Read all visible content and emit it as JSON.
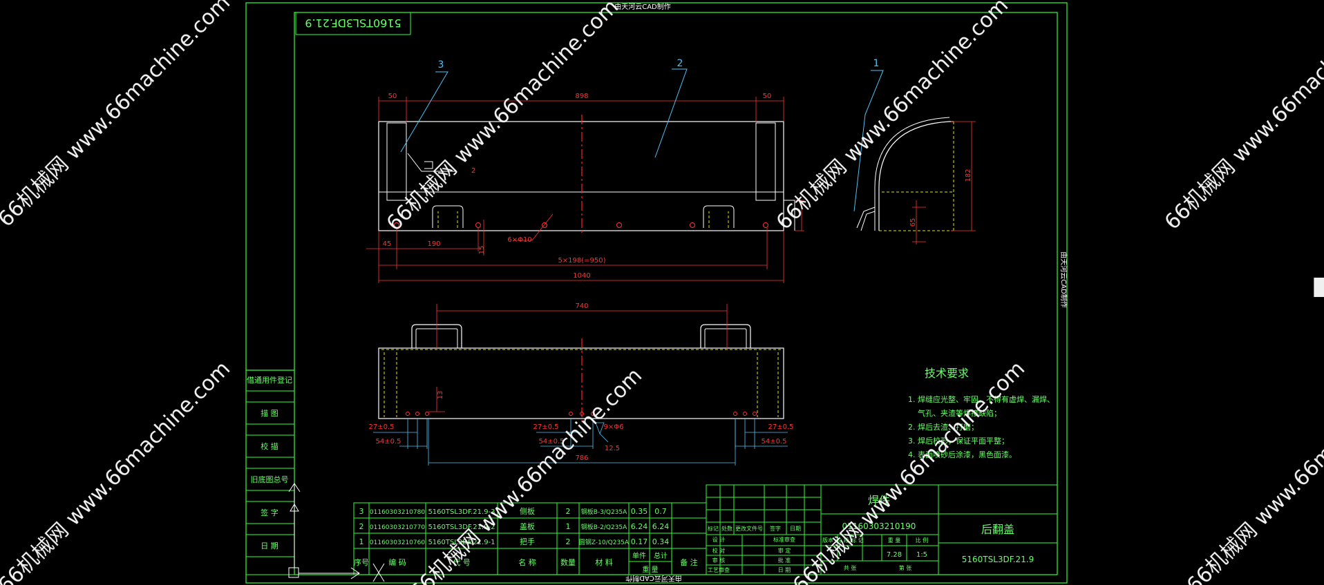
{
  "colors": {
    "background": "#000000",
    "frame": "#33ff33",
    "outline": "#ffffff",
    "dimension": "#ff3333",
    "centerline": "#ff2222",
    "leader": "#4fc3f7",
    "hidden": "#e6e600",
    "text_green": "#66ff66",
    "title_text": "#5dd55d",
    "watermark": "#ffffff"
  },
  "watermark": {
    "text": "66机械网 www.66machine.com"
  },
  "drawing": {
    "top_title": "由天河云CAD制作",
    "side_title": "由天河云CAD制作",
    "bottom_title": "由天河云CAD制作",
    "mirrored_code": "5160TSL3DF.21.9"
  },
  "balloons": [
    "1",
    "2",
    "3"
  ],
  "dimensions": {
    "top_view": {
      "left_50": "50",
      "overall_898": "898",
      "right_50": "50",
      "dim_45": "45",
      "dim_190": "190",
      "dim_15": "15",
      "holes": "6×Φ10",
      "pitch": "5×198(=950)",
      "overall_1040": "1040",
      "weld_2": "2"
    },
    "side_view": {
      "height_182": "182",
      "height_65": "65"
    },
    "front_view": {
      "handle_740": "740",
      "dim_13": "13",
      "left_27": "27±0.5",
      "left_54": "54±0.5",
      "mid_27": "27±0.5",
      "mid_54": "54±0.5",
      "holes": "9×Φ6",
      "weld_12_5": "12.5",
      "right_27": "27±0.5",
      "right_54": "54±0.5",
      "dim_786": "786"
    }
  },
  "tech_requirements": {
    "title": "技术要求",
    "items": [
      "1. 焊缝应光整、牢固，不得有虚焊、漏焊、",
      "气孔、夹渣等焊接缺陷；",
      "2. 焊后去渣、打磨；",
      "3. 焊后校形，保证平面平整；",
      "4. 表面喷砂后涂漆，黑色面漆。"
    ]
  },
  "left_strip": [
    "借通用件登记",
    "描 图",
    "校 描",
    "旧底图总号",
    "签 字",
    "日 期"
  ],
  "bom": {
    "rows": [
      {
        "no": "3",
        "code": "01160303210780",
        "drawing_no": "5160TSL3DF.21.9-3",
        "name": "侧板",
        "qty": "2",
        "material": "钢板B-3/Q235A",
        "unit_wt": "0.35",
        "total_wt": "0.7"
      },
      {
        "no": "2",
        "code": "01160303210770",
        "drawing_no": "5160TSL3DF.21.9-2",
        "name": "盖板",
        "qty": "1",
        "material": "钢板B-2/Q235A",
        "unit_wt": "6.24",
        "total_wt": "6.24"
      },
      {
        "no": "1",
        "code": "01160303210760",
        "drawing_no": "5160TSL3DF.21.9-1",
        "name": "把手",
        "qty": "2",
        "material": "圆钢Z-10/Q235A",
        "unit_wt": "0.17",
        "total_wt": "0.34"
      }
    ],
    "headers": {
      "no": "序号",
      "code": "编 码",
      "drawing_no": "代 号",
      "name": "名 称",
      "qty": "数量",
      "material": "材 料",
      "unit": "单件",
      "total": "总计",
      "weight": "重 量",
      "remark": "备 注"
    }
  },
  "title_block": {
    "type": "焊件",
    "part_code": "01160303210190",
    "part_name": "后翻盖",
    "drawing_no": "5160TSL3DF.21.9",
    "weight": "7.28",
    "scale": "1:5",
    "labels": {
      "mark": "标记",
      "count": "处数",
      "change_doc": "更改文件号",
      "sign": "签字",
      "date": "日期",
      "design": "设 计",
      "check": "校 对",
      "review": "审 核",
      "process": "工艺审查",
      "std": "标准审查",
      "audit": "审 定",
      "approve": "批 准",
      "date2": "日 期",
      "stage": "阶 段 标 记",
      "wt": "重 量",
      "ratio": "比 例",
      "sheets": "共 张",
      "sheet": "第 张",
      "ver": "版本"
    }
  }
}
